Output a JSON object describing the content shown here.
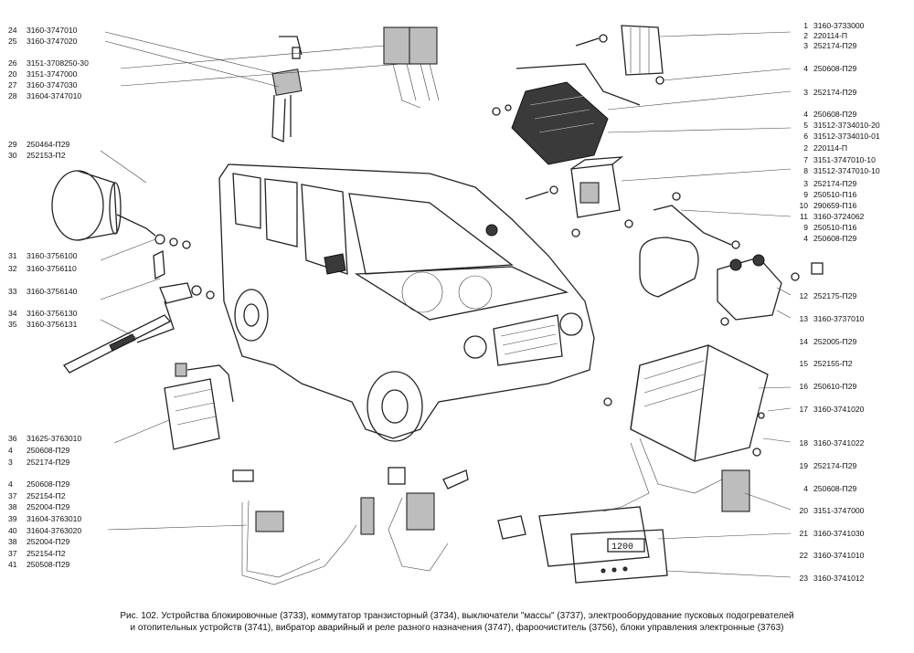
{
  "left_labels": [
    {
      "num": "24",
      "code": "3160-3747010"
    },
    {
      "num": "25",
      "code": "3160-3747020"
    },
    {
      "num": "26",
      "code": "3151-3708250-30"
    },
    {
      "num": "20",
      "code": "3151-3747000"
    },
    {
      "num": "27",
      "code": "3160-3747030"
    },
    {
      "num": "28",
      "code": "31604-3747010"
    },
    {
      "num": "29",
      "code": "250464-П29"
    },
    {
      "num": "30",
      "code": "252153-П2"
    },
    {
      "num": "31",
      "code": "3160-3756100"
    },
    {
      "num": "32",
      "code": "3160-3756110"
    },
    {
      "num": "33",
      "code": "3160-3756140"
    },
    {
      "num": "34",
      "code": "3160-3756130"
    },
    {
      "num": "35",
      "code": "3160-3756131"
    },
    {
      "num": "36",
      "code": "31625-3763010"
    },
    {
      "num": "4",
      "code": "250608-П29"
    },
    {
      "num": "3",
      "code": "252174-П29"
    },
    {
      "num": "4",
      "code": "250608-П29"
    },
    {
      "num": "37",
      "code": "252154-П2"
    },
    {
      "num": "38",
      "code": "252004-П29"
    },
    {
      "num": "39",
      "code": "31604-3763010"
    },
    {
      "num": "40",
      "code": "31604-3763020"
    },
    {
      "num": "38",
      "code": "252004-П29"
    },
    {
      "num": "37",
      "code": "252154-П2"
    },
    {
      "num": "41",
      "code": "250508-П29"
    }
  ],
  "right_labels": [
    {
      "num": "1",
      "code": "3160-3733000"
    },
    {
      "num": "2",
      "code": "220114-П"
    },
    {
      "num": "3",
      "code": "252174-П29"
    },
    {
      "num": "4",
      "code": "250608-П29"
    },
    {
      "num": "3",
      "code": "252174-П29"
    },
    {
      "num": "4",
      "code": "250608-П29"
    },
    {
      "num": "5",
      "code": "31512-3734010-20"
    },
    {
      "num": "6",
      "code": "31512-3734010-01"
    },
    {
      "num": "2",
      "code": "220114-П"
    },
    {
      "num": "7",
      "code": "3151-3747010-10"
    },
    {
      "num": "8",
      "code": "31512-3747010-10"
    },
    {
      "num": "3",
      "code": "252174-П29"
    },
    {
      "num": "9",
      "code": "250510-П16"
    },
    {
      "num": "10",
      "code": "290659-П16"
    },
    {
      "num": "11",
      "code": "3160-3724062"
    },
    {
      "num": "9",
      "code": "250510-П16"
    },
    {
      "num": "4",
      "code": "250608-П29"
    },
    {
      "num": "12",
      "code": "252175-П29"
    },
    {
      "num": "13",
      "code": "3160-3737010"
    },
    {
      "num": "14",
      "code": "252005-П29"
    },
    {
      "num": "15",
      "code": "252155-П2"
    },
    {
      "num": "16",
      "code": "250610-П29"
    },
    {
      "num": "17",
      "code": "3160-3741020"
    },
    {
      "num": "18",
      "code": "3160-3741022"
    },
    {
      "num": "19",
      "code": "252174-П29"
    },
    {
      "num": "4",
      "code": "250608-П29"
    },
    {
      "num": "20",
      "code": "3151-3747000"
    },
    {
      "num": "21",
      "code": "3160-3741030"
    },
    {
      "num": "22",
      "code": "3160-3741010"
    },
    {
      "num": "23",
      "code": "3160-3741012"
    }
  ],
  "display_value": "1200",
  "caption": {
    "line1": "Рис. 102. Устройства блокировочные (3733), коммутатор транзисторный (3734), выключатели \"массы\" (3737), электрооборудование пусковых подогревателей",
    "line2": "и отопительных устройств (3741), вибратор аварийный и реле разного назначения (3747), фароочиститель (3756), блоки управления электронные (3763)"
  }
}
